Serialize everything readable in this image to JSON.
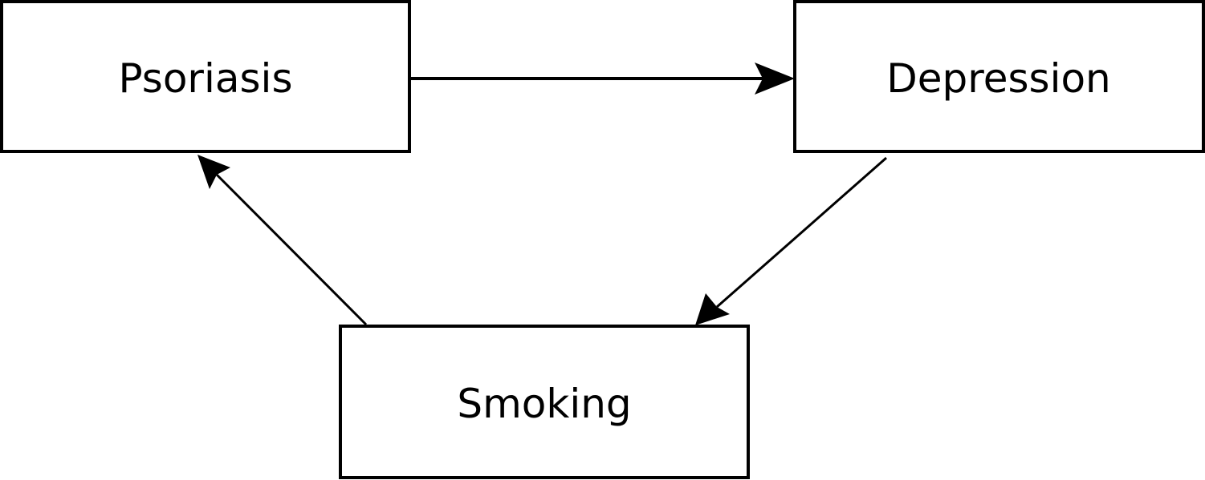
{
  "nodes": {
    "psoriasis": {
      "label": "Psoriasis"
    },
    "depression": {
      "label": "Depression"
    },
    "smoking": {
      "label": "Smoking"
    }
  },
  "edges": [
    {
      "from": "psoriasis",
      "to": "depression"
    },
    {
      "from": "depression",
      "to": "smoking"
    },
    {
      "from": "smoking",
      "to": "psoriasis"
    }
  ],
  "colors": {
    "stroke": "#000000",
    "background": "#ffffff"
  }
}
